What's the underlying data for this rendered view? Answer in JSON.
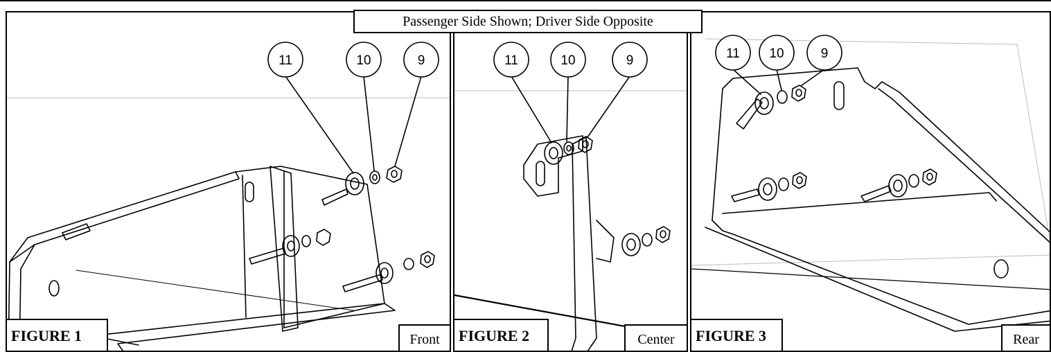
{
  "caption": "Passenger Side Shown; Driver Side Opposite",
  "figures": [
    {
      "title": "FIGURE 1",
      "view": "Front",
      "callouts": [
        "11",
        "10",
        "9"
      ]
    },
    {
      "title": "FIGURE 2",
      "view": "Center",
      "callouts": [
        "11",
        "10",
        "9"
      ]
    },
    {
      "title": "FIGURE 3",
      "view": "Rear",
      "callouts": [
        "11",
        "10",
        "9"
      ]
    }
  ]
}
